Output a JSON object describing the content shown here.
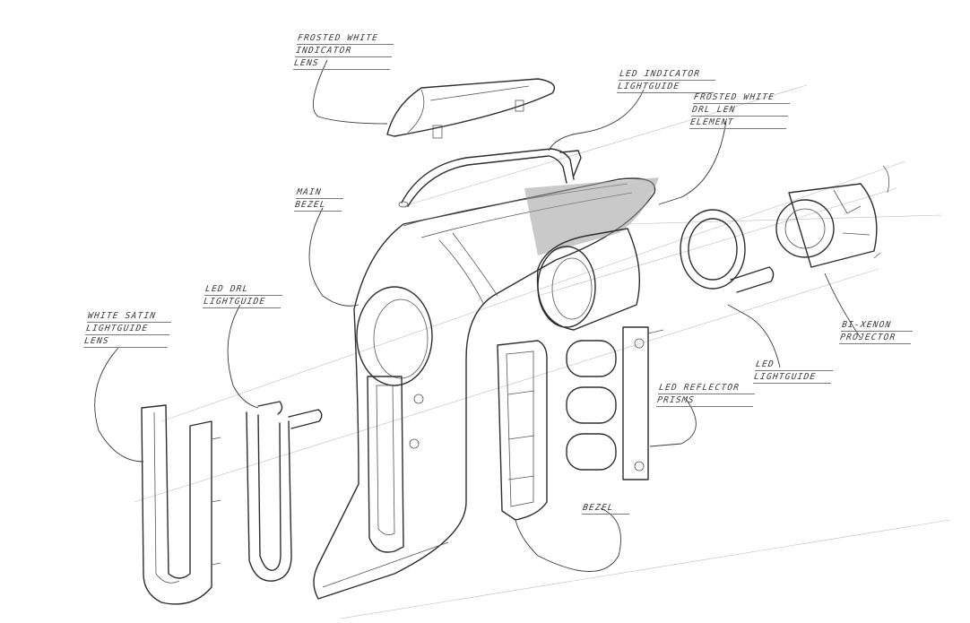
{
  "labels": {
    "indicator_lens": [
      "FROSTED WHITE",
      "INDICATOR",
      "LENS"
    ],
    "indicator_lightguide": [
      "LED INDICATOR",
      "LIGHTGUIDE"
    ],
    "drl_lens_element": [
      "FROSTED WHITE",
      "DRL LEN",
      "ELEMENT"
    ],
    "main_bezel": [
      "MAIN",
      "BEZEL"
    ],
    "led_drl_lightguide": [
      "LED DRL",
      "LIGHTGUIDE"
    ],
    "satin_lightguide_lens": [
      "WHITE SATIN",
      "LIGHTGUIDE",
      "LENS"
    ],
    "xenon_projector": [
      "BI-XENON",
      "PROJECTOR"
    ],
    "led_lightguide": [
      "LED",
      "LIGHTGUIDE"
    ],
    "led_reflector_prisms": [
      "LED REFLECTOR",
      "PRISMS"
    ],
    "bezel": [
      "BEZEL"
    ]
  },
  "colors": {
    "indicator_lens": "#e8951f",
    "ink": "#2e2e2e",
    "shade": "#8a8a8a"
  }
}
